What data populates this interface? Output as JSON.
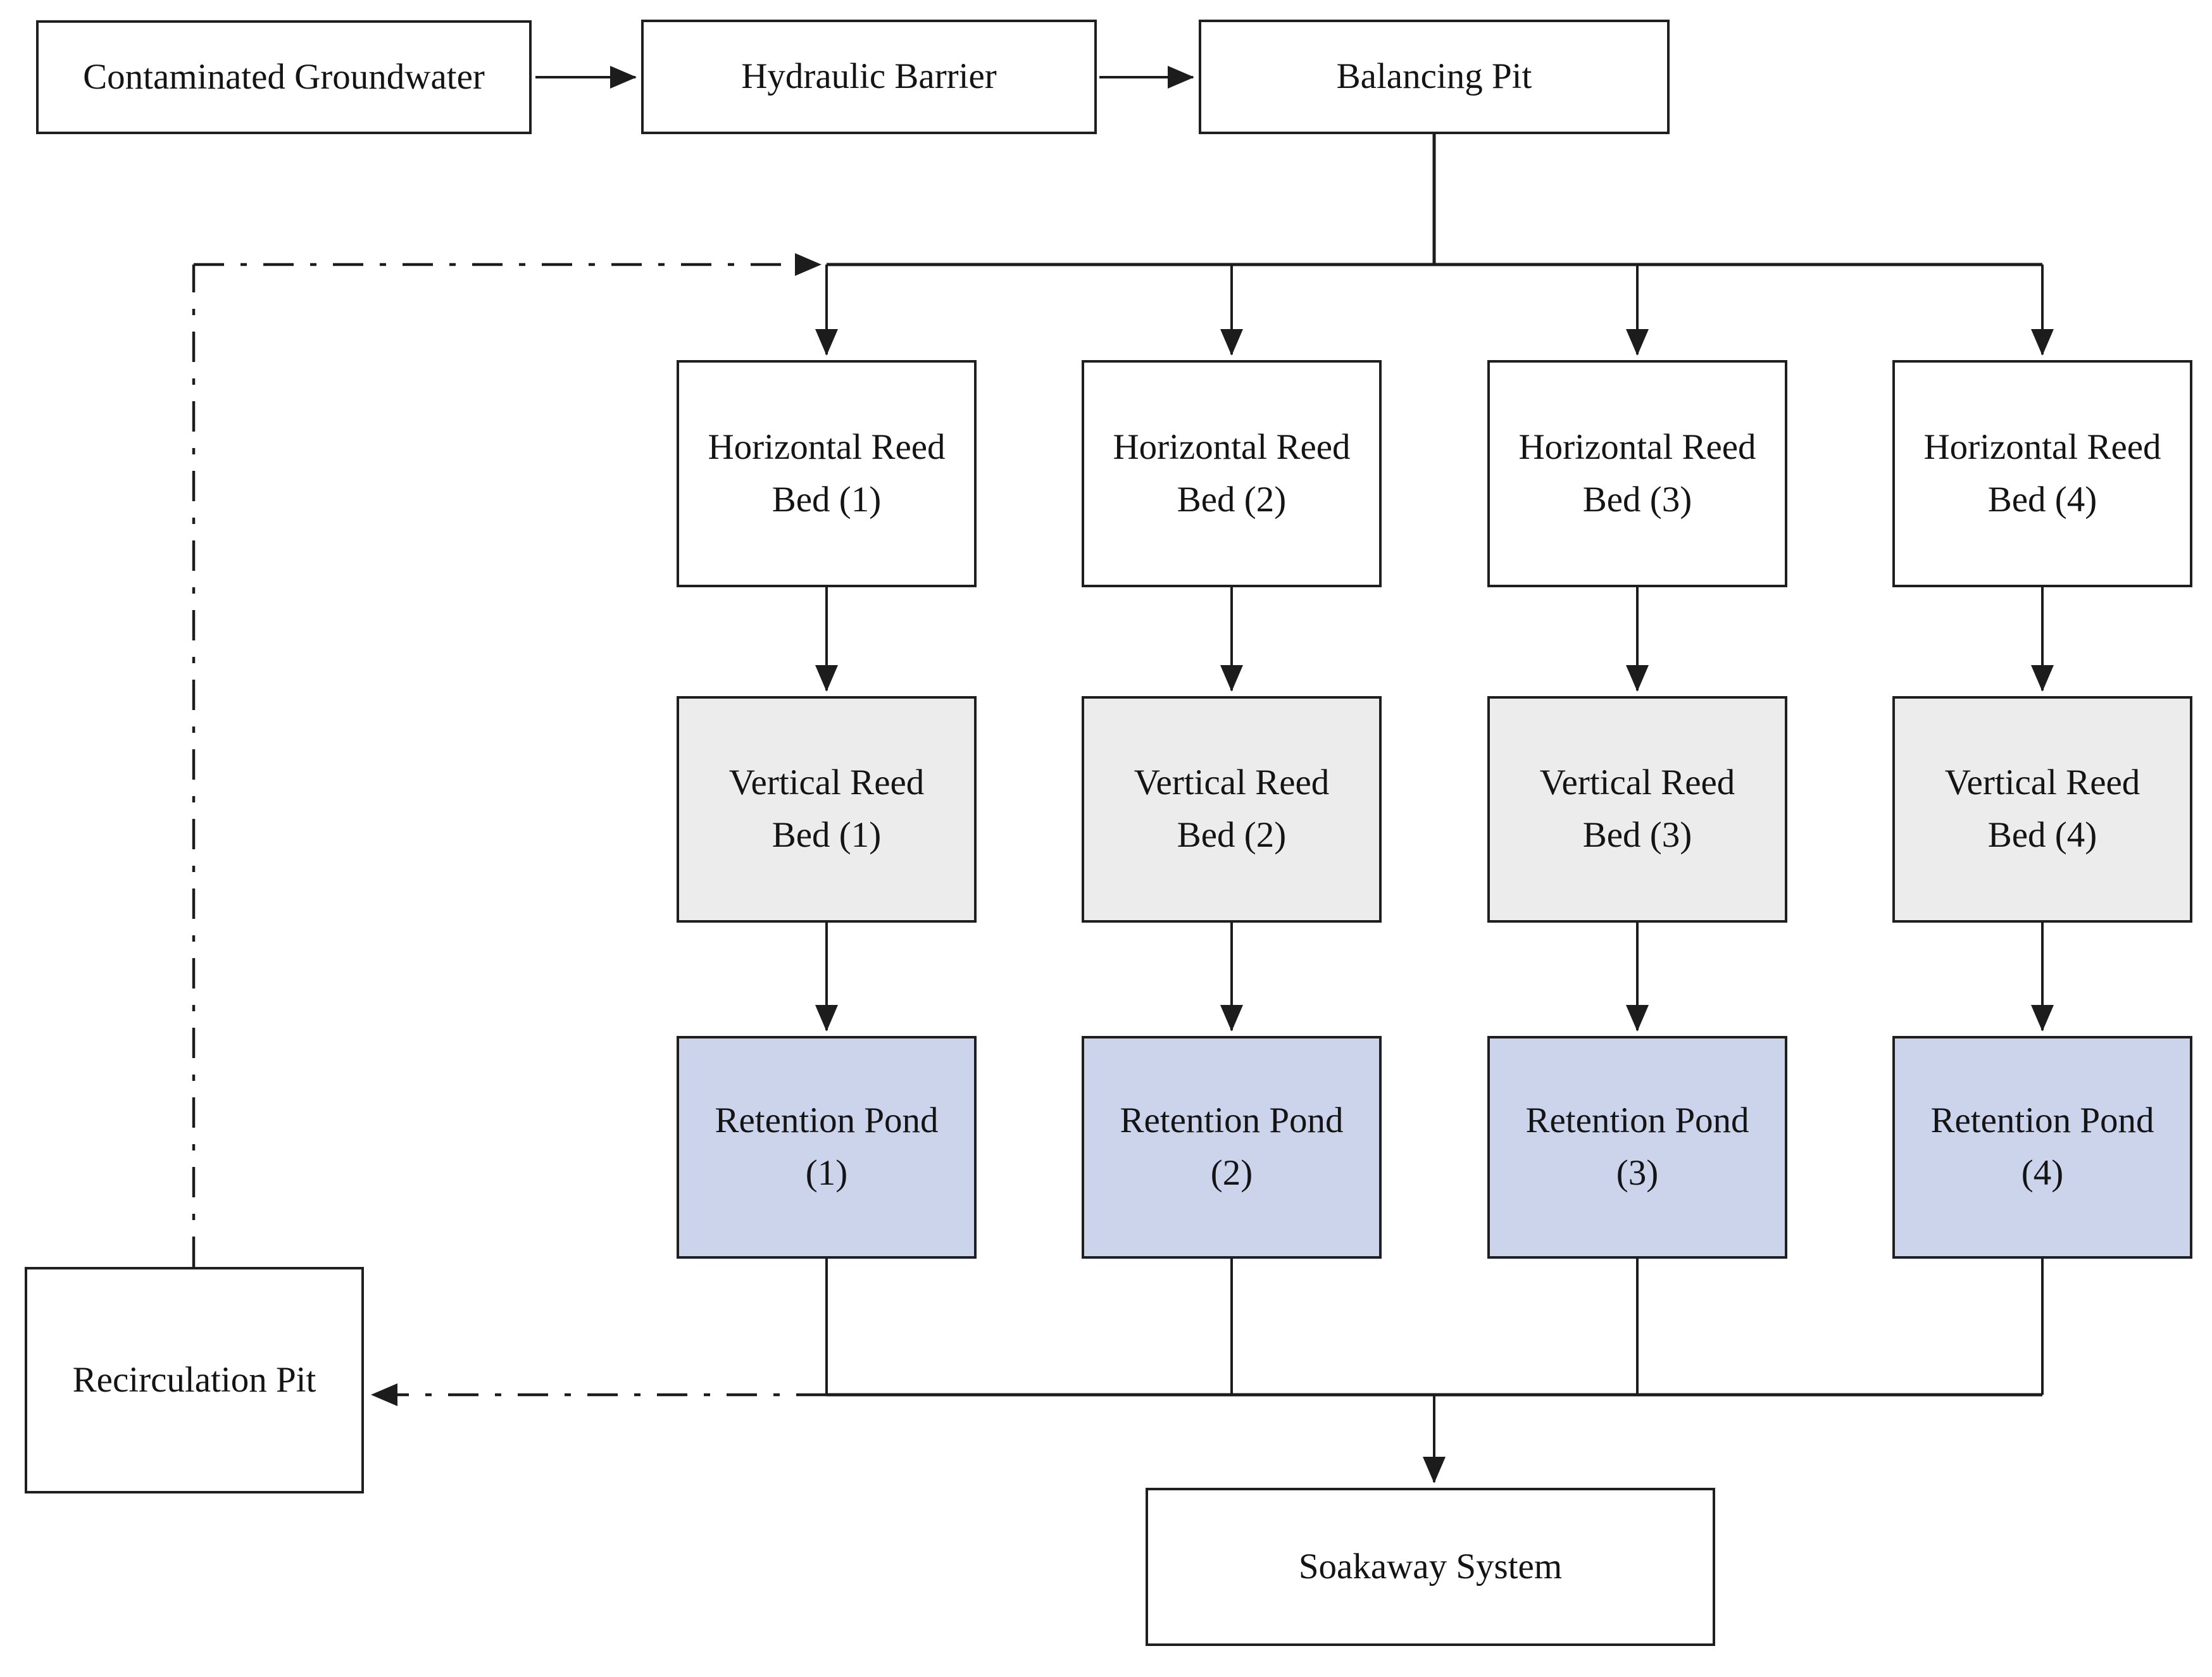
{
  "colors": {
    "background": "#ffffff",
    "box_border": "#1f1f1f",
    "line": "#1c1c1c",
    "text": "#141414",
    "horizontal_bed_fill": "#ffffff",
    "vertical_bed_fill": "#ececec",
    "retention_pond_fill": "#ccd4ec"
  },
  "nodes": {
    "contaminated_groundwater": {
      "label": "Contaminated Groundwater"
    },
    "hydraulic_barrier": {
      "label": "Hydraulic Barrier"
    },
    "balancing_pit": {
      "label": "Balancing Pit"
    },
    "recirculation_pit": {
      "label": "Recirculation Pit"
    },
    "soakaway_system": {
      "label": "Soakaway System"
    }
  },
  "columns": [
    {
      "hrb_line1": "Horizontal Reed",
      "hrb_line2": "Bed (1)",
      "vrb_line1": "Vertical Reed",
      "vrb_line2": "Bed (1)",
      "rp_line1": "Retention Pond",
      "rp_line2": "(1)"
    },
    {
      "hrb_line1": "Horizontal Reed",
      "hrb_line2": "Bed (2)",
      "vrb_line1": "Vertical Reed",
      "vrb_line2": "Bed (2)",
      "rp_line1": "Retention Pond",
      "rp_line2": "(2)"
    },
    {
      "hrb_line1": "Horizontal Reed",
      "hrb_line2": "Bed (3)",
      "vrb_line1": "Vertical Reed",
      "vrb_line2": "Bed (3)",
      "rp_line1": "Retention Pond",
      "rp_line2": "(3)"
    },
    {
      "hrb_line1": "Horizontal Reed",
      "hrb_line2": "Bed (4)",
      "vrb_line1": "Vertical Reed",
      "vrb_line2": "Bed (4)",
      "rp_line1": "Retention Pond",
      "rp_line2": "(4)"
    }
  ]
}
